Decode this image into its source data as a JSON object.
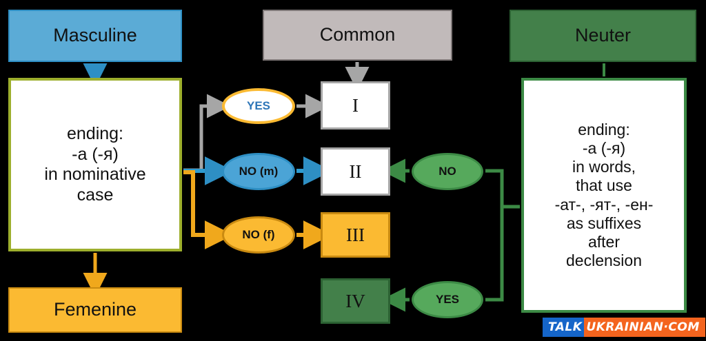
{
  "diagram": {
    "title": "Ukrainian noun declension decision chart",
    "headers": {
      "masculine": "Masculine",
      "common": "Common",
      "neuter": "Neuter"
    },
    "masculine_rule": {
      "line1": "ending:",
      "line2": "-а (-я)",
      "line3": "in nominative",
      "line4": "case"
    },
    "neuter_rule": {
      "line1": "ending:",
      "line2": "-а (-я)",
      "line3": "in words,",
      "line4": "that use",
      "line5": "-ат-, -ят-, -ен-",
      "line6": "as suffixes",
      "line7": "after",
      "line8": "declension"
    },
    "femenine": "Femenine",
    "declensions": [
      {
        "id": "I",
        "label": "I"
      },
      {
        "id": "II",
        "label": "II"
      },
      {
        "id": "III",
        "label": "III"
      },
      {
        "id": "IV",
        "label": "IV"
      }
    ],
    "decisions": {
      "yes_masculine": "YES",
      "no_masculine": "NO (m)",
      "no_femenine": "NO (f)",
      "no_neuter": "NO",
      "yes_neuter": "YES"
    },
    "logo": {
      "part1": "TALK",
      "part2": "UKRAINIAN·COM"
    },
    "colors": {
      "masculine_blue": "#5BABD6",
      "common_gray": "#C1BABA",
      "neuter_green": "#43804A",
      "femenine_orange": "#FBBA32",
      "masc_box_border": "#9DAF2D",
      "light_green": "#56A95C",
      "yes_text_blue": "#2E76B8",
      "logo_blue": "#1565C9",
      "logo_orange": "#F4641E",
      "background": "#000000"
    }
  }
}
